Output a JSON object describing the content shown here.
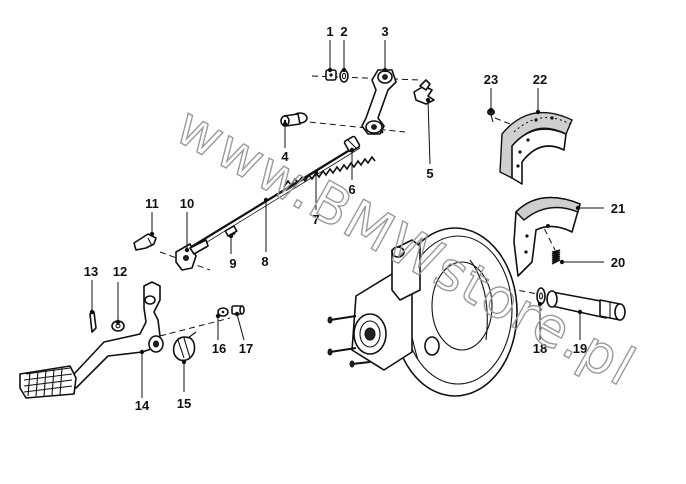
{
  "watermark": "www.BMWstore.pl",
  "callouts": [
    {
      "id": "c1",
      "label": "1"
    },
    {
      "id": "c2",
      "label": "2"
    },
    {
      "id": "c3",
      "label": "3"
    },
    {
      "id": "c4",
      "label": "4"
    },
    {
      "id": "c5",
      "label": "5"
    },
    {
      "id": "c6",
      "label": "6"
    },
    {
      "id": "c7",
      "label": "7"
    },
    {
      "id": "c8",
      "label": "8"
    },
    {
      "id": "c9",
      "label": "9"
    },
    {
      "id": "c10",
      "label": "10"
    },
    {
      "id": "c11",
      "label": "11"
    },
    {
      "id": "c12",
      "label": "12"
    },
    {
      "id": "c13",
      "label": "13"
    },
    {
      "id": "c14",
      "label": "14"
    },
    {
      "id": "c15",
      "label": "15"
    },
    {
      "id": "c16",
      "label": "16"
    },
    {
      "id": "c17",
      "label": "17"
    },
    {
      "id": "c18",
      "label": "18"
    },
    {
      "id": "c19",
      "label": "19"
    },
    {
      "id": "c20",
      "label": "20"
    },
    {
      "id": "c21",
      "label": "21"
    },
    {
      "id": "c22",
      "label": "22"
    },
    {
      "id": "c23",
      "label": "23"
    }
  ]
}
